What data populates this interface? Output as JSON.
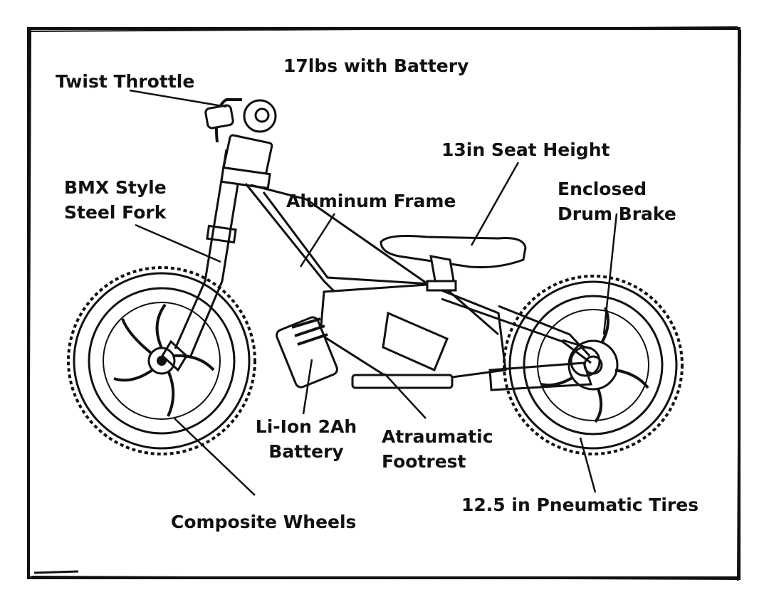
{
  "title": "17lbs with Battery",
  "callouts": {
    "twist_throttle": "Twist Throttle",
    "seat_height": "13in Seat Height",
    "fork_line1": "BMX Style",
    "fork_line2": "Steel Fork",
    "frame": "Aluminum Frame",
    "brake_line1": "Enclosed",
    "brake_line2": "Drum Brake",
    "battery_line1": "Li-Ion 2Ah",
    "battery_line2": "Battery",
    "footrest_line1": "Atraumatic",
    "footrest_line2": "Footrest",
    "tires": "12.5 in Pneumatic Tires",
    "wheels": "Composite Wheels"
  },
  "colors": {
    "ink": "#111111",
    "paper": "#ffffff"
  }
}
